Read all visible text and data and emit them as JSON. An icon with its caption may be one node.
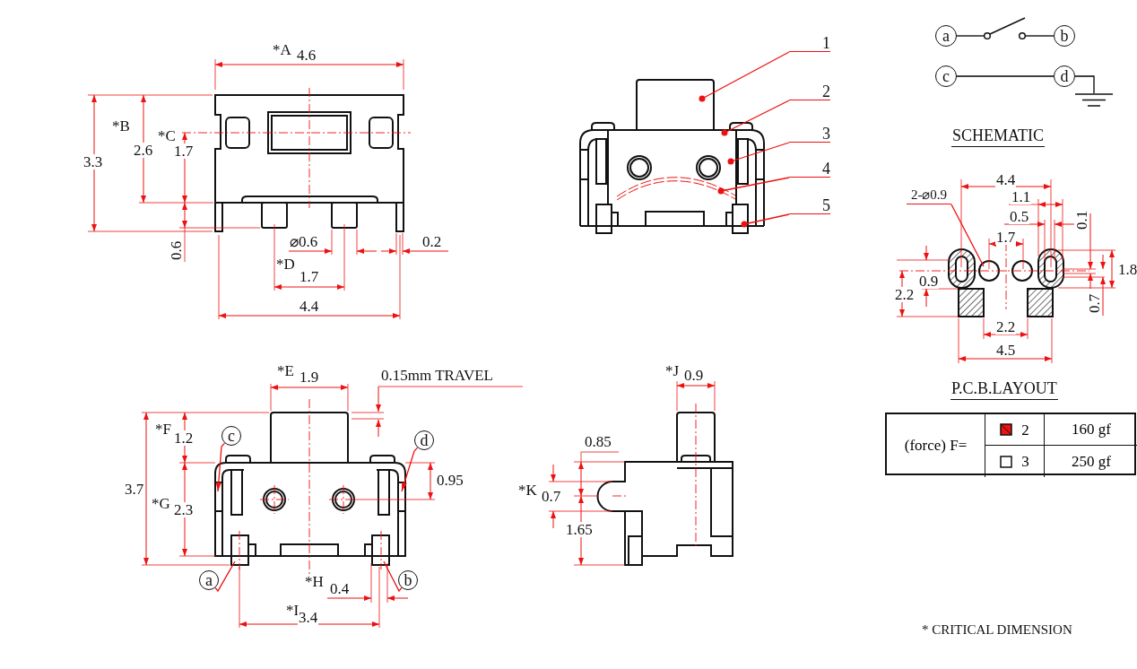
{
  "diagram": {
    "nodes": [
      {
        "text": [
          "a"
        ]
      },
      {
        "text": [
          "b"
        ]
      },
      {
        "text": [
          "c"
        ]
      },
      {
        "text": [
          "d"
        ]
      },
      {
        "text": [],
        "shape": "ground"
      },
      {
        "text": [
          "1"
        ]
      },
      {
        "text": [
          "2"
        ]
      },
      {
        "text": [
          "3"
        ]
      },
      {
        "text": [
          "4"
        ]
      },
      {
        "text": [
          "5"
        ]
      },
      {
        "text": [
          "2-⌀0.9"
        ]
      },
      {
        "text": [
          "c"
        ]
      },
      {
        "text": [
          "d"
        ]
      },
      {
        "text": [
          "a"
        ]
      },
      {
        "text": [
          "b"
        ]
      },
      {
        "text": [],
        "shape": "switch"
      }
    ],
    "edges": [
      {
        "from": 0,
        "to": 15,
        "arrow": "none",
        "color": "#000000"
      },
      {
        "from": 2,
        "to": 3,
        "arrow": "none",
        "color": "#000000"
      },
      {
        "from": 3,
        "to": 4,
        "arrow": "none",
        "color": "#000000"
      },
      {
        "from": 5,
        "to": null,
        "arrow": "other"
      },
      {
        "from": 6,
        "to": null,
        "arrow": "other"
      },
      {
        "from": 7,
        "to": null,
        "arrow": "other"
      },
      {
        "from": 8,
        "to": null,
        "arrow": "other"
      },
      {
        "from": 9,
        "to": null,
        "arrow": "other"
      },
      {
        "from": 10,
        "to": null,
        "arrow": "none"
      },
      {
        "from": 11,
        "to": null,
        "arrow": "to"
      },
      {
        "from": 12,
        "to": null,
        "arrow": "to"
      },
      {
        "from": 13,
        "to": null,
        "arrow": "none"
      },
      {
        "from": 14,
        "to": null,
        "arrow": "none"
      },
      {
        "from": 15,
        "to": 1,
        "arrow": "none",
        "color": "#000000"
      }
    ],
    "labels": [
      "*A",
      "4.6",
      "*B",
      "2.6",
      "*C",
      "1.7",
      "3.3",
      "0.6",
      "⌀0.6",
      "0.2",
      "*D",
      "1.7",
      "4.4",
      "SCHEMATIC",
      "4.4",
      "1.1",
      "0.5",
      "0.1",
      "1.7",
      "0.9",
      "1.8",
      "2.2",
      "0.7",
      "2.2",
      "4.5",
      "P.C.B.LAYOUT",
      "(force) F=",
      "2",
      "160 gf",
      "3",
      "250 gf",
      "*E",
      "1.9",
      "0.15mm TRAVEL",
      "*F",
      "1.2",
      "3.7",
      "*G",
      "2.3",
      "0.95",
      "*H",
      "0.4",
      "*I",
      "3.4",
      "*J",
      "0.9",
      "0.85",
      "*K",
      "0.7",
      "1.65",
      "* CRITICAL DIMENSION"
    ]
  }
}
